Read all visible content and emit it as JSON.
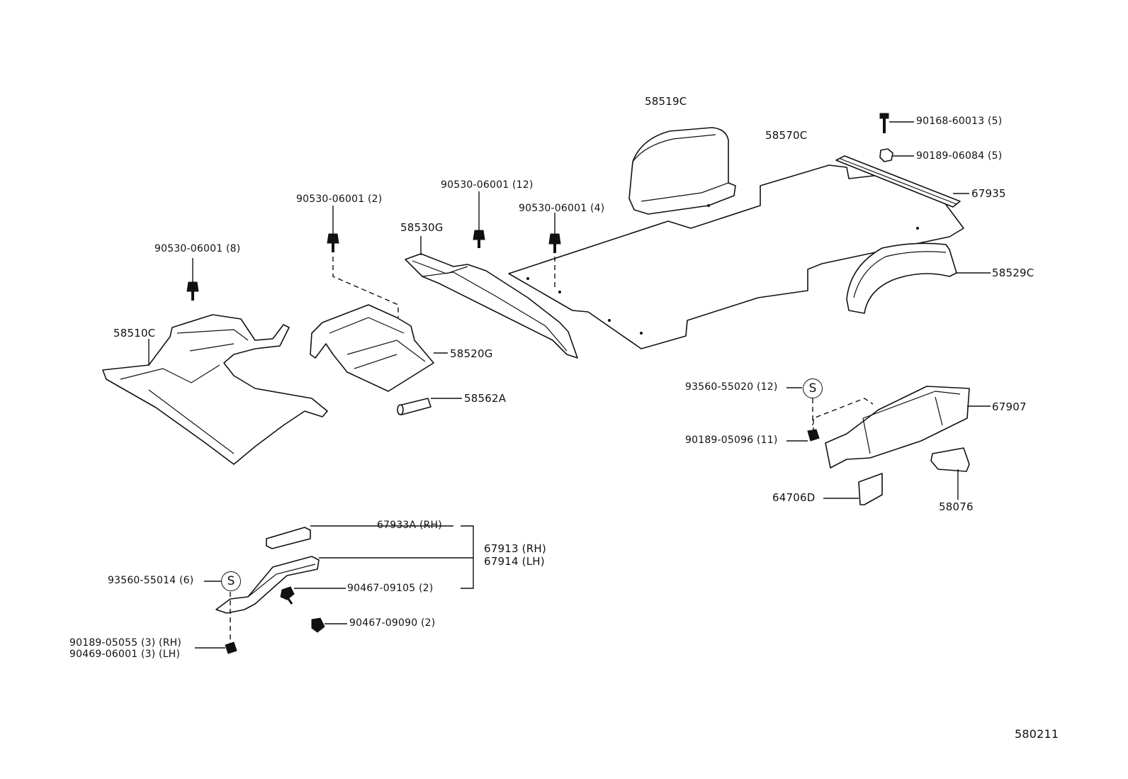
{
  "diagram": {
    "ref_code": "580211",
    "symbol": "S",
    "labels": {
      "p58519C": "58519C",
      "p58570C": "58570C",
      "p90168": "90168-60013 (5)",
      "p90189_06084": "90189-06084 (5)",
      "p67935": "67935",
      "p90530_12": "90530-06001 (12)",
      "p90530_2": "90530-06001 (2)",
      "p90530_4": "90530-06001 (4)",
      "p58530G": "58530G",
      "p90530_8": "90530-06001 (8)",
      "p58529C": "58529C",
      "p58510C": "58510C",
      "p58520G": "58520G",
      "p58562A": "58562A",
      "p93560_55020": "93560-55020 (12)",
      "p67907": "67907",
      "p90189_05096": "90189-05096 (11)",
      "p64706D": "64706D",
      "p58076": "58076",
      "p67933A": "67933A (RH)",
      "p67913": "67913 (RH)",
      "p67914": "67914 (LH)",
      "p93560_55014": "93560-55014 (6)",
      "p90467_09105": "90467-09105 (2)",
      "p90467_09090": "90467-09090 (2)",
      "p90189_05055": "90189-05055 (3) (RH)",
      "p90469_06001": "90469-06001 (3) (LH)"
    }
  }
}
